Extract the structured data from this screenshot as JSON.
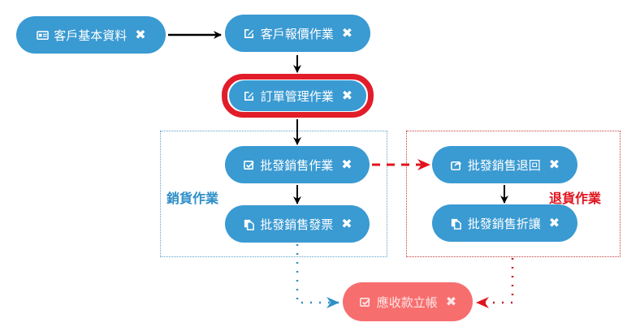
{
  "nodes": {
    "customer_basic": {
      "label": "客戶基本資料",
      "icon": "id-card-icon",
      "close": "✖"
    },
    "customer_quote": {
      "label": "客戶報價作業",
      "icon": "edit-icon",
      "close": "✖"
    },
    "order_mgmt": {
      "label": "訂單管理作業",
      "icon": "edit-icon",
      "close": "✖",
      "highlighted": true
    },
    "wholesale_sales": {
      "label": "批發銷售作業",
      "icon": "check-square-icon",
      "close": "✖"
    },
    "wholesale_invoice": {
      "label": "批發銷售發票",
      "icon": "copy-icon",
      "close": "✖"
    },
    "wholesale_return": {
      "label": "批發銷售退回",
      "icon": "share-square-icon",
      "close": "✖"
    },
    "wholesale_discount": {
      "label": "批發銷售折讓",
      "icon": "copy-icon",
      "close": "✖"
    },
    "receivable": {
      "label": "應收款立帳",
      "icon": "check-square-icon",
      "close": "✖"
    }
  },
  "groups": {
    "sales": {
      "label": "銷貨作業",
      "color": "#2f8fc8"
    },
    "returns": {
      "label": "退貨作業",
      "color": "#e0141e"
    }
  },
  "colors": {
    "node": "#3a9ad2",
    "node_pink": "#f76e6e",
    "highlight": "#e11d2a"
  }
}
